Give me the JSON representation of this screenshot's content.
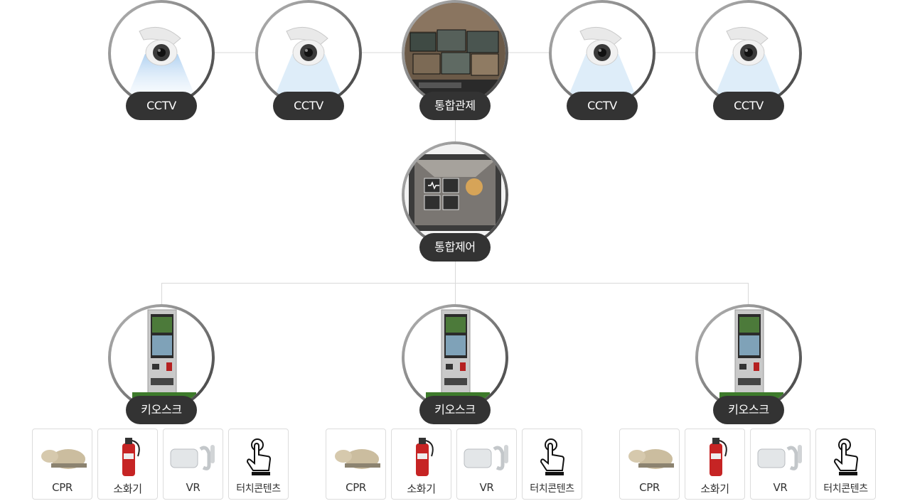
{
  "top_row": {
    "nodes": [
      {
        "label": "CCTV",
        "icon": "cctv-camera"
      },
      {
        "label": "CCTV",
        "icon": "cctv-camera"
      },
      {
        "label": "통합관제",
        "icon": "monitoring-screens"
      },
      {
        "label": "CCTV",
        "icon": "cctv-camera"
      },
      {
        "label": "CCTV",
        "icon": "cctv-camera"
      }
    ]
  },
  "middle": {
    "label": "통합제어",
    "icon": "control-tablet"
  },
  "kiosks": [
    {
      "label": "키오스크",
      "icon": "kiosk",
      "items": [
        {
          "label": "CPR",
          "icon": "cpr-mannequin-icon"
        },
        {
          "label": "소화기",
          "icon": "fire-extinguisher-icon"
        },
        {
          "label": "VR",
          "icon": "vr-headset-icon"
        },
        {
          "label": "터치콘텐츠",
          "icon": "touch-hand-icon"
        }
      ]
    },
    {
      "label": "키오스크",
      "icon": "kiosk",
      "items": [
        {
          "label": "CPR",
          "icon": "cpr-mannequin-icon"
        },
        {
          "label": "소화기",
          "icon": "fire-extinguisher-icon"
        },
        {
          "label": "VR",
          "icon": "vr-headset-icon"
        },
        {
          "label": "터치콘텐츠",
          "icon": "touch-hand-icon"
        }
      ]
    },
    {
      "label": "키오스크",
      "icon": "kiosk",
      "items": [
        {
          "label": "CPR",
          "icon": "cpr-mannequin-icon"
        },
        {
          "label": "소화기",
          "icon": "fire-extinguisher-icon"
        },
        {
          "label": "VR",
          "icon": "vr-headset-icon"
        },
        {
          "label": "터치콘텐츠",
          "icon": "touch-hand-icon"
        }
      ]
    }
  ],
  "colors": {
    "pill": "#333333",
    "connector": "#d9d9d9",
    "card_border": "#dcdcdc"
  }
}
